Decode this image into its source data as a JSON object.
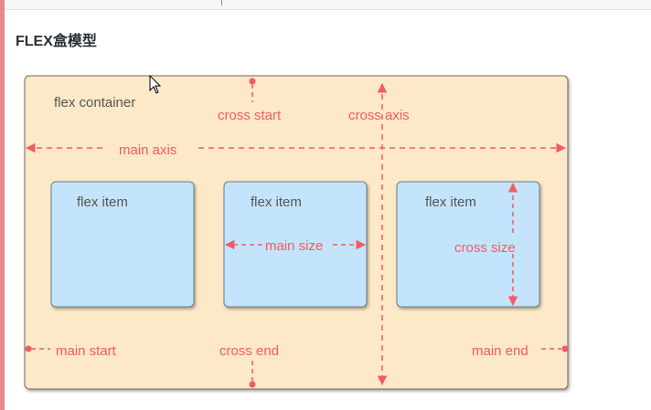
{
  "page": {
    "section_title": "FLEX盒模型"
  },
  "diagram": {
    "container_label": "flex container",
    "item_label": "flex item",
    "main_axis": "main axis",
    "cross_axis": "cross axis",
    "cross_start": "cross start",
    "cross_end": "cross end",
    "main_start": "main start",
    "main_end": "main end",
    "main_size": "main size",
    "cross_size": "cross size"
  },
  "colors": {
    "container_fill": "#fde8c7",
    "item_fill": "#c4e4fb",
    "annotation": "#f25a67",
    "label_text": "#555555",
    "left_stripe": "#e58a8a"
  }
}
